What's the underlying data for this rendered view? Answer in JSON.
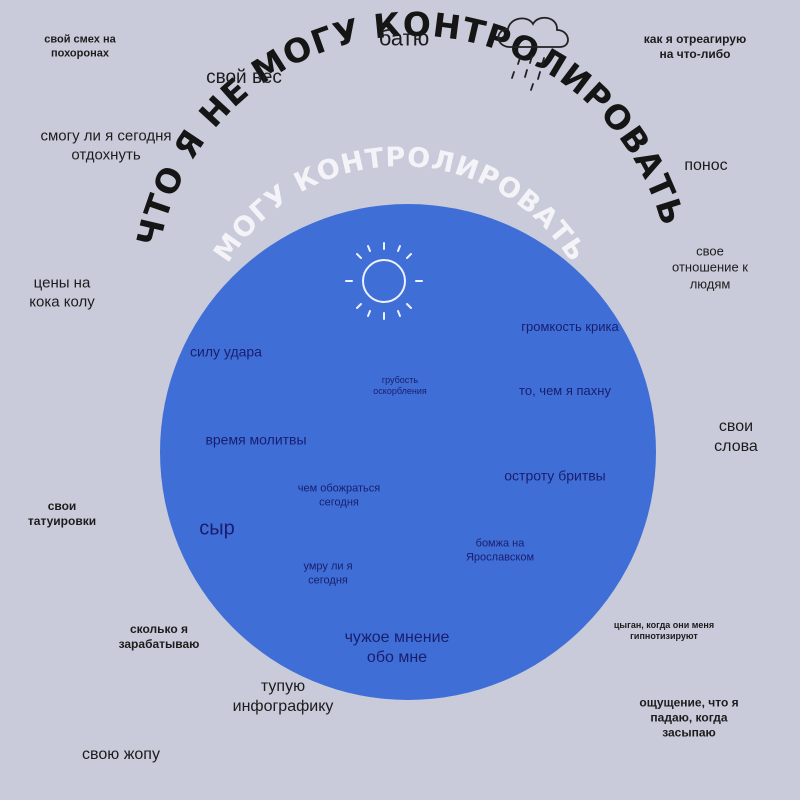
{
  "title_outer": "ЧТО Я НЕ МОГУ КОНТРОЛИРОВАТЬ",
  "title_inner": "МОГУ КОНТРОЛИРОВАТЬ",
  "colors": {
    "background": "#c9cbda",
    "circle": "#3f6fd6",
    "circle_text": "#1a1d6e",
    "outer_text": "#1c1c1c"
  },
  "icons": {
    "cloud": "rain-cloud-icon",
    "sun": "sun-icon"
  },
  "outside": {
    "funeral_laugh": "свой смех на\nпохоронах",
    "dad": "батю",
    "reaction": "как я отреагирую\nна что-либо",
    "weight": "свой вес",
    "rest": "смогу ли я сегодня\nотдохнуть",
    "diarrhea": "понос",
    "attitude": "свое\nотношение к\nлюдям",
    "prices": "цены на\nкока колу",
    "words": "свои\nслова",
    "tattoos": "свои\nтатуировки",
    "gypsies": "цыган, когда они меня\nгипнотизируют",
    "earnings": "сколько я\nзарабатываю",
    "bad_infographic": "тупую\nинфографику",
    "falling": "ощущение, что я\nпадаю, когда\nзасыпаю",
    "butt": "свою жопу"
  },
  "inside": {
    "scream": "громкость крика",
    "punch": "силу удара",
    "rudeness": "грубость\nоскорбления",
    "smell": "то, чем я пахну",
    "prayer": "время молитвы",
    "razor": "остроту бритвы",
    "overeat": "чем обожраться\nсегодня",
    "cheese": "сыр",
    "homeless": "бомжа на\nЯрославском",
    "die_today": "умру ли я\nсегодня",
    "others_opinion": "чужое мнение\nобо мне"
  }
}
